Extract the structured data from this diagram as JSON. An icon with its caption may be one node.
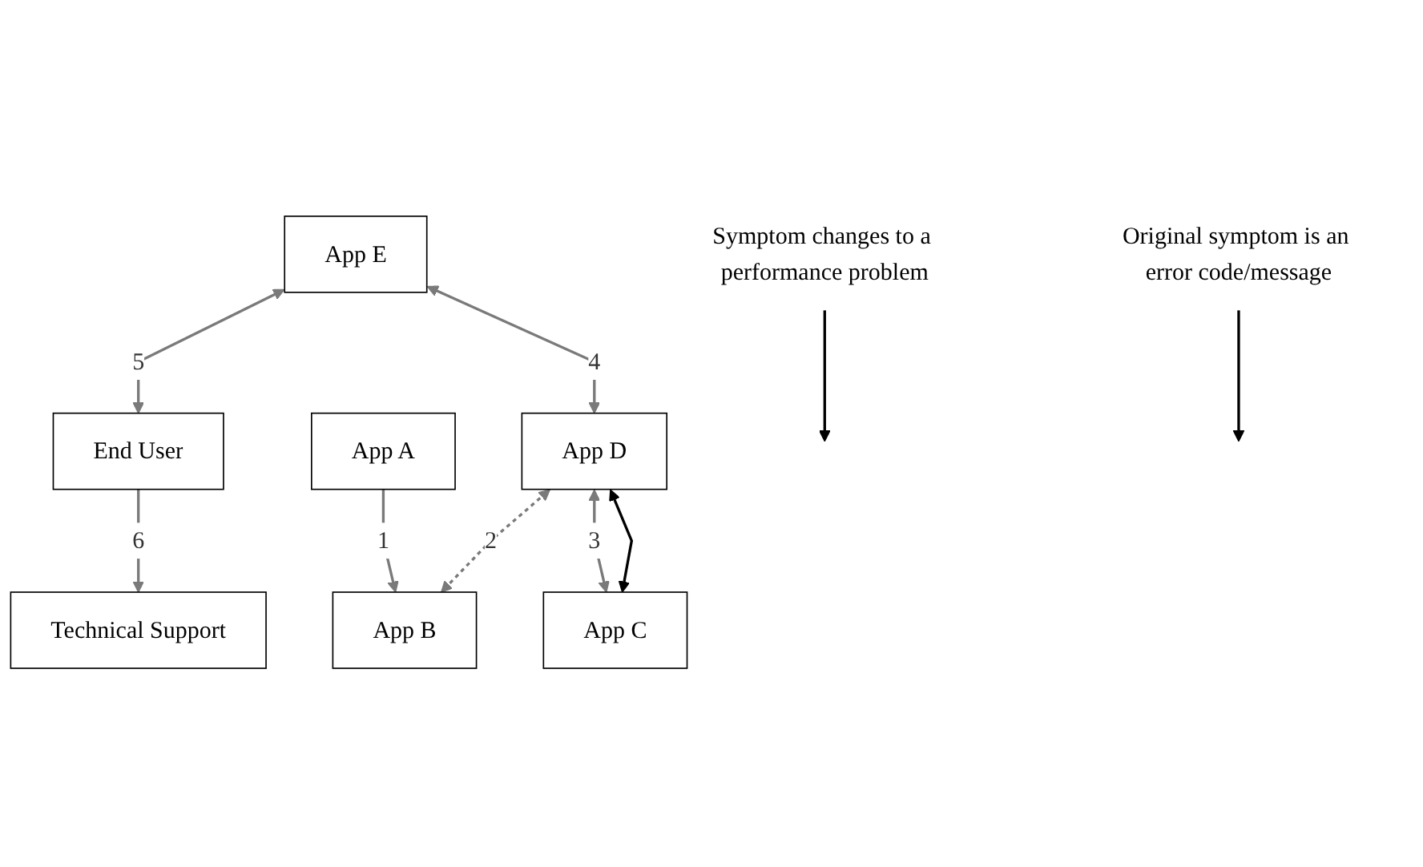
{
  "diagram": {
    "nodes": [
      {
        "text": [
          "Symptom changes to a performance problem"
        ]
      },
      {
        "text": [
          "App E"
        ]
      },
      {
        "text": [
          "End User"
        ]
      },
      {
        "text": [
          "App D"
        ]
      },
      {
        "text": [
          "Technical Support"
        ]
      },
      {
        "text": [
          "App B"
        ]
      },
      {
        "text": [
          "App C"
        ]
      },
      {
        "text": [
          "Original symptom is an error code/message"
        ]
      },
      {
        "text": [
          "App A"
        ]
      }
    ],
    "edges": [
      {
        "from": 0,
        "to": null,
        "arrow": "to",
        "color": "#000000"
      },
      {
        "from": 1,
        "to": 2,
        "arrow": "both",
        "label": "5"
      },
      {
        "from": 1,
        "to": 3,
        "arrow": "both",
        "label": "4"
      },
      {
        "from": 2,
        "to": 4,
        "arrow": "to",
        "label": "6"
      },
      {
        "from": 3,
        "to": 5,
        "arrow": "both",
        "label": "2",
        "style": "dashed"
      },
      {
        "from": 3,
        "to": 6,
        "arrow": "both",
        "color": "#000000"
      },
      {
        "from": 3,
        "to": 6,
        "arrow": "both",
        "label": "3"
      },
      {
        "from": 7,
        "to": null,
        "arrow": "to",
        "color": "#000000"
      },
      {
        "from": 8,
        "to": 5,
        "arrow": "to",
        "label": "1"
      }
    ]
  }
}
